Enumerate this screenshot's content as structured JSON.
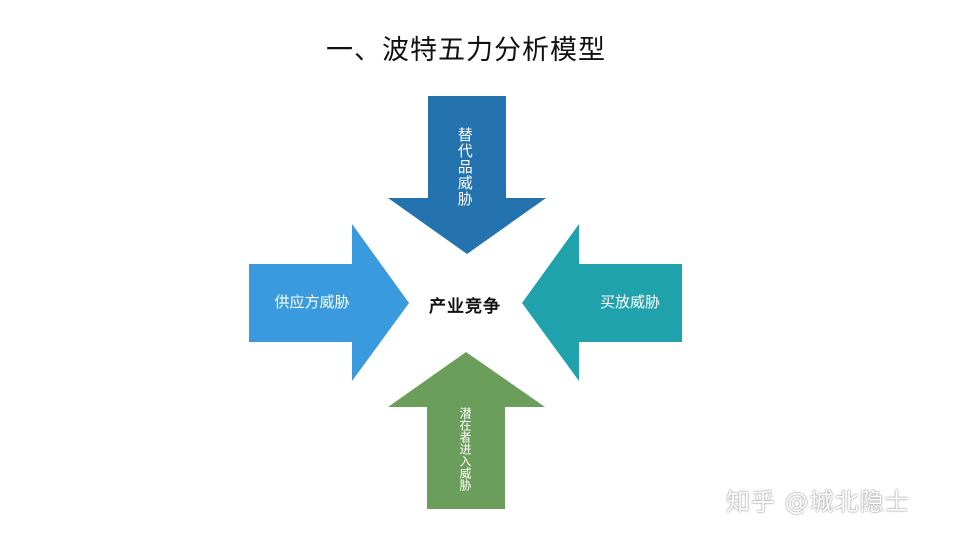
{
  "title": "一、波特五力分析模型",
  "center": "产业竞争",
  "forces": {
    "top": "替代品威胁",
    "left": "供应方威胁",
    "right": "买放威胁",
    "bottom": "潜在者进入威胁"
  },
  "colors": {
    "top": "#2472ae",
    "left": "#3a9ade",
    "right": "#1fa2ab",
    "bottom": "#6b9e5a"
  },
  "watermark": "知乎 @城北隐士"
}
